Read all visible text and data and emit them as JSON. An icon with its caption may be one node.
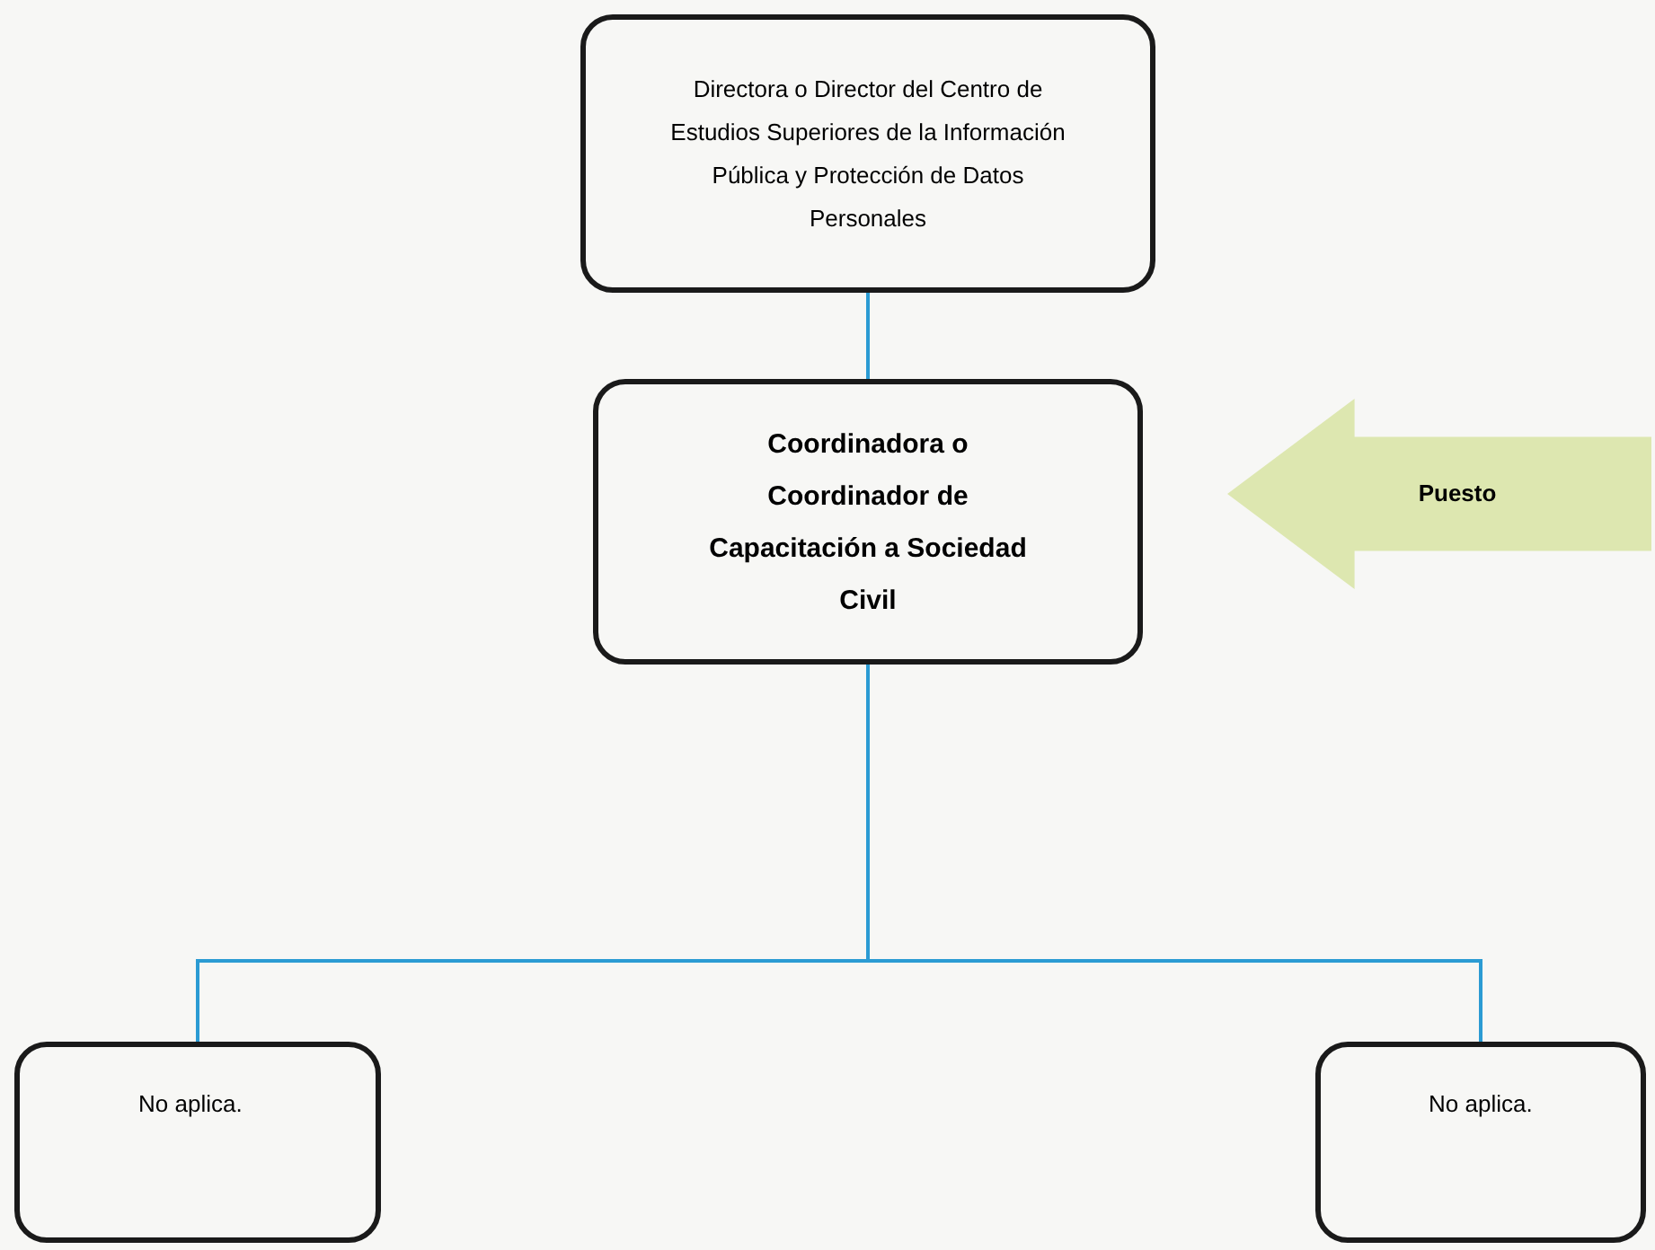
{
  "diagram": {
    "nodes": [
      {
        "text": [
          "Directora o Director del Centro de Estudios Superiores de la Información Pública y Protección de Datos Personales"
        ]
      },
      {
        "text": [
          "Coordinadora o Coordinador de Capacitación a Sociedad Civil"
        ]
      },
      {
        "text": [
          "No aplica."
        ]
      },
      {
        "text": [
          "No aplica."
        ]
      },
      {
        "text": [
          "Puesto"
        ]
      }
    ],
    "edges": [
      {
        "from": 0,
        "to": 1,
        "arrow": "none",
        "color": "#2b9bd3"
      },
      {
        "from": 1,
        "to": 2,
        "arrow": "none",
        "color": "#2b9bd3"
      },
      {
        "from": 1,
        "to": 3,
        "arrow": "none",
        "color": "#2b9bd3"
      }
    ]
  }
}
